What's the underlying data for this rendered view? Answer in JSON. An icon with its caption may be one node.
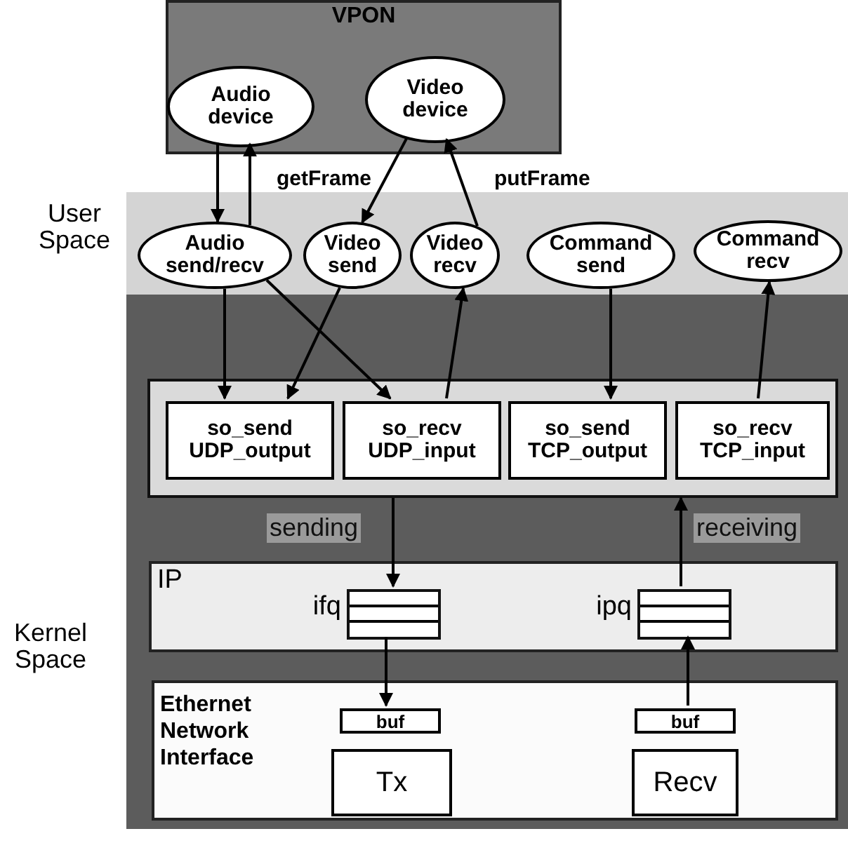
{
  "diagram": {
    "nodes": [
      {
        "text": [
          "VPON"
        ]
      },
      {
        "text": [
          "Audio device"
        ],
        "in": 0
      },
      {
        "text": [
          "Video device"
        ],
        "in": 0
      },
      {
        "text": [
          "User Space"
        ]
      },
      {
        "text": [
          "Audio send/recv"
        ],
        "in": 3
      },
      {
        "text": [
          "Video send"
        ],
        "in": 3
      },
      {
        "text": [
          "Video recv"
        ],
        "in": 3
      },
      {
        "text": [
          "Command send"
        ],
        "in": 3
      },
      {
        "text": [
          "Command recv"
        ],
        "in": 3
      },
      {
        "text": [
          "Kernel Space"
        ]
      },
      {
        "text": [],
        "shape": "box",
        "in": 9
      },
      {
        "text": [
          "so_send UDP_output"
        ],
        "in": 10
      },
      {
        "text": [
          "so_recv UDP_input"
        ],
        "in": 10
      },
      {
        "text": [
          "so_send TCP_output"
        ],
        "in": 10
      },
      {
        "text": [
          "so_recv TCP_input"
        ],
        "in": 10
      },
      {
        "text": [
          "IP"
        ],
        "in": 9
      },
      {
        "text": [],
        "shape": "box",
        "beside": [
          "ifq"
        ],
        "in": 15
      },
      {
        "text": [],
        "shape": "box",
        "beside": [
          "ipq"
        ],
        "in": 15
      },
      {
        "text": [
          "Ethernet Network Interface"
        ],
        "in": 9
      },
      {
        "text": [
          "buf"
        ],
        "in": 18
      },
      {
        "text": [
          "Tx"
        ],
        "in": 18
      },
      {
        "text": [
          "buf"
        ],
        "in": 18
      },
      {
        "text": [
          "Recv"
        ],
        "in": 18
      }
    ],
    "edges": [
      {
        "from": 1,
        "to": 4,
        "arrow": "to"
      },
      {
        "from": 4,
        "to": 1,
        "arrow": "to"
      },
      {
        "from": 2,
        "to": 5,
        "arrow": "to"
      },
      {
        "from": 6,
        "to": 2,
        "arrow": "to"
      },
      {
        "from": 4,
        "to": 11,
        "arrow": "to"
      },
      {
        "from": 5,
        "to": 11,
        "arrow": "to"
      },
      {
        "from": 4,
        "to": 12,
        "arrow": "to"
      },
      {
        "from": 12,
        "to": 6,
        "arrow": "to"
      },
      {
        "from": 7,
        "to": 13,
        "arrow": "to"
      },
      {
        "from": 14,
        "to": 8,
        "arrow": "to"
      },
      {
        "from": 10,
        "to": 16,
        "arrow": "to",
        "label": "sending"
      },
      {
        "from": 17,
        "to": 10,
        "arrow": "to",
        "label": "receiving"
      },
      {
        "from": 16,
        "to": 19,
        "arrow": "to"
      },
      {
        "from": 21,
        "to": 17,
        "arrow": "to"
      }
    ],
    "labels": [
      "getFrame",
      "putFrame"
    ]
  }
}
